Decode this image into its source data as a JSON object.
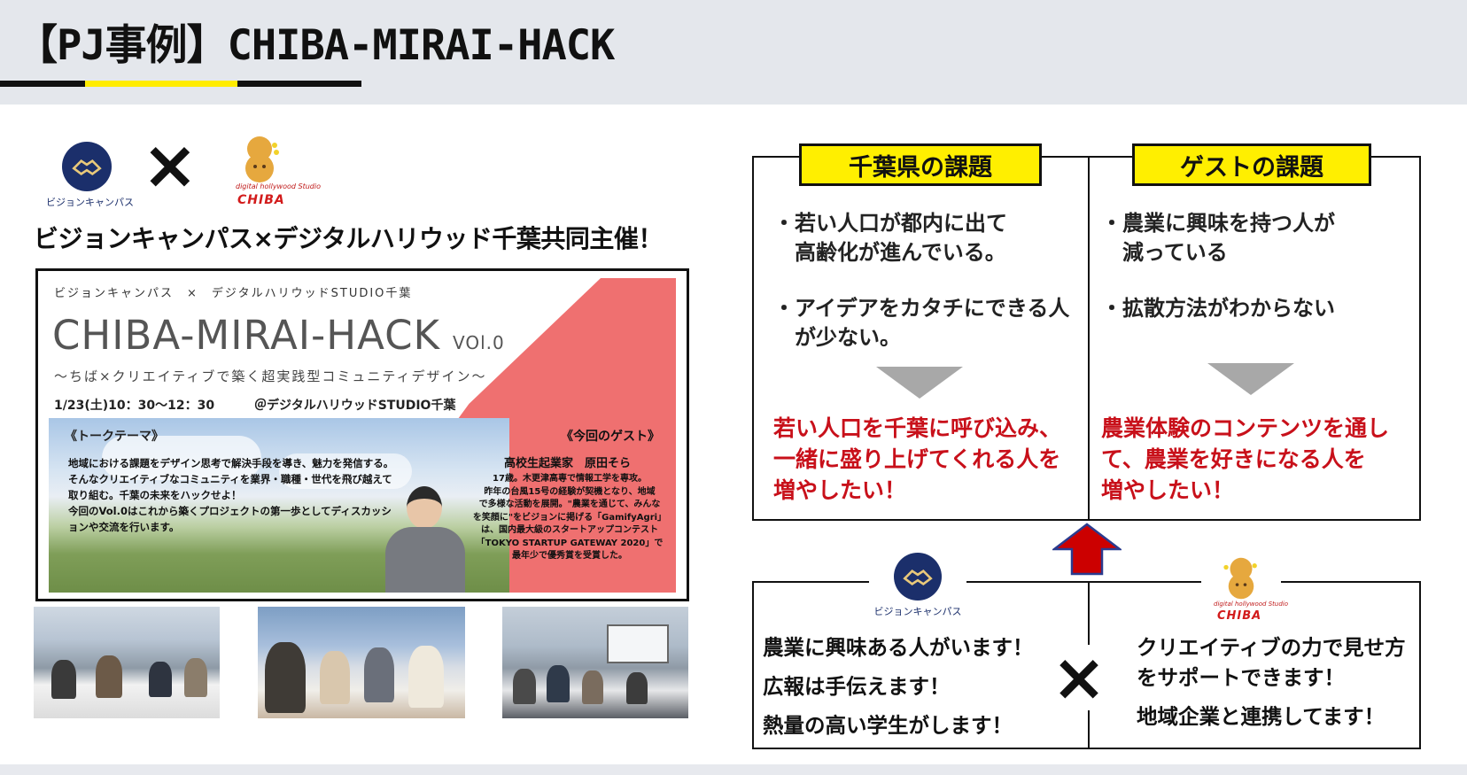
{
  "title": "【PJ事例】CHIBA-MIRAI-HACK",
  "logos": {
    "vision_campus": "ビジョンキャンパス",
    "dh_small": "digital hollywood Studio",
    "dh_chiba": "CHIBA",
    "times": "×"
  },
  "cohost": "ビジョンキャンパス×デジタルハリウッド千葉共同主催！",
  "flyer": {
    "top_line": "ビジョンキャンパス　×　デジタルハリウッドSTUDIO千葉",
    "title": "CHIBA-MIRAI-HACK",
    "vol": "VOl.0",
    "subtitle": "～ちば×クリエイティブで築く超実践型コミュニティデザイン～",
    "date": "1/23(土)10：30～12：30",
    "venue": "＠デジタルハリウッドSTUDIO千葉",
    "talk_heading": "《トークテーマ》",
    "talk_lines": [
      "地域における課題をデザイン思考で解決手段を導き、魅力を発信する。",
      "そんなクリエイティブなコミュニティを業界・職種・世代を飛び越えて",
      "取り組む。千葉の未来をハックせよ！",
      "今回のVol.0はこれから築くプロジェクトの第一歩としてディスカッシ",
      "ョンや交流を行います。"
    ],
    "guest_heading": "《今回のゲスト》",
    "guest_name": "高校生起業家　原田そら",
    "guest_lines": [
      "17歳。木更津高専で情報工学を専攻。",
      "昨年の台風15号の経験が契機となり、地域",
      "で多様な活動を展開。\"農業を通じて、みんな",
      "を笑顔に\"をビジョンに掲げる「GamifyAgri」",
      "は、国内最大級のスタートアップコンテスト",
      "「TOKYO STARTUP GATEWAY 2020」で",
      "最年少で優秀賞を受賞した。"
    ]
  },
  "issues": {
    "chiba_label": "千葉県の課題",
    "guest_label": "ゲストの課題",
    "chiba_item1": [
      "・若い人口が都内に出て",
      "　高齢化が進んでいる。"
    ],
    "chiba_item2": [
      "・アイデアをカタチにできる人",
      "　が少ない。"
    ],
    "chiba_goal": [
      "若い人口を千葉に呼び込み、",
      "一緒に盛り上げてくれる人を",
      "増やしたい！"
    ],
    "guest_item1": [
      "・農業に興味を持つ人が",
      "　減っている"
    ],
    "guest_item2": [
      "・拡散方法がわからない"
    ],
    "guest_goal": [
      "農業体験のコンテンツを通し",
      "て、農業を好きになる人を",
      "増やしたい！"
    ]
  },
  "solutions": {
    "vc_lines": [
      "農業に興味ある人がいます！",
      "広報は手伝えます！",
      "熱量の高い学生がします！"
    ],
    "dh_lines": [
      "クリエイティブの力で見せ方",
      "をサポートできます！",
      "地域企業と連携してます！"
    ],
    "times": "×"
  },
  "colors": {
    "accent_yellow": "#ffef00",
    "accent_red": "#c8101a",
    "arrow_red": "#cc0000",
    "navy": "#1b2f6b"
  }
}
